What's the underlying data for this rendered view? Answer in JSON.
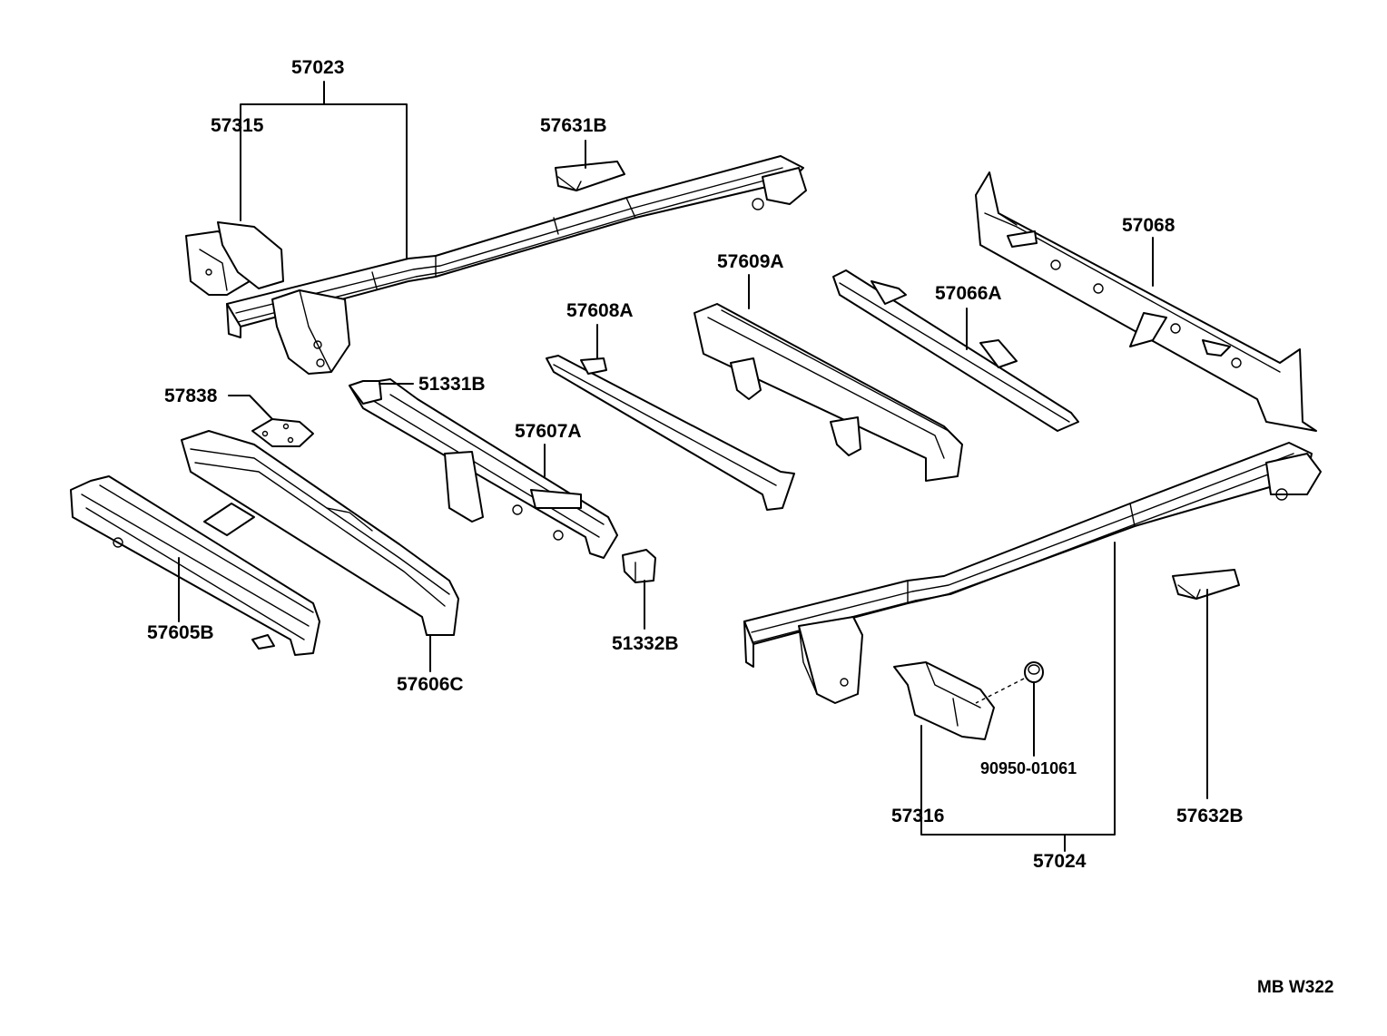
{
  "parts": {
    "p57023": "57023",
    "p57315": "57315",
    "p57631B": "57631B",
    "p57068": "57068",
    "p57609A": "57609A",
    "p57066A": "57066A",
    "p57608A": "57608A",
    "p57838": "57838",
    "p51331B": "51331B",
    "p57607A": "57607A",
    "p57605B": "57605B",
    "p57606C": "57606C",
    "p51332B": "51332B",
    "p90950_01061": "90950-01061",
    "p57316": "57316",
    "p57632B": "57632B",
    "p57024": "57024"
  },
  "diagram_code": "MB  W322"
}
